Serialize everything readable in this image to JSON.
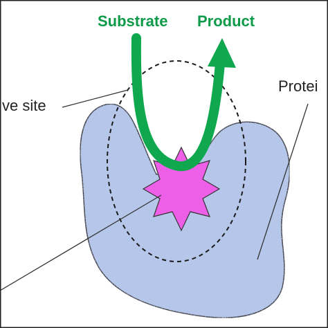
{
  "labels": {
    "substrate": "Substrate",
    "product": "Product",
    "active_site": "ve site",
    "protein": "Protei"
  },
  "colors": {
    "arrow_green": "#10a84f",
    "label_green": "#0e9a48",
    "protein_fill": "#b4c6e8",
    "protein_stroke": "#3a3a3a",
    "active_site_fill": "#ee5fe8",
    "dashed_outline": "#1a1a1a",
    "frame": "#222222"
  },
  "icons": {
    "arrow_head": "triangle-arrowhead",
    "active_site_shape": "eight-point-star"
  }
}
